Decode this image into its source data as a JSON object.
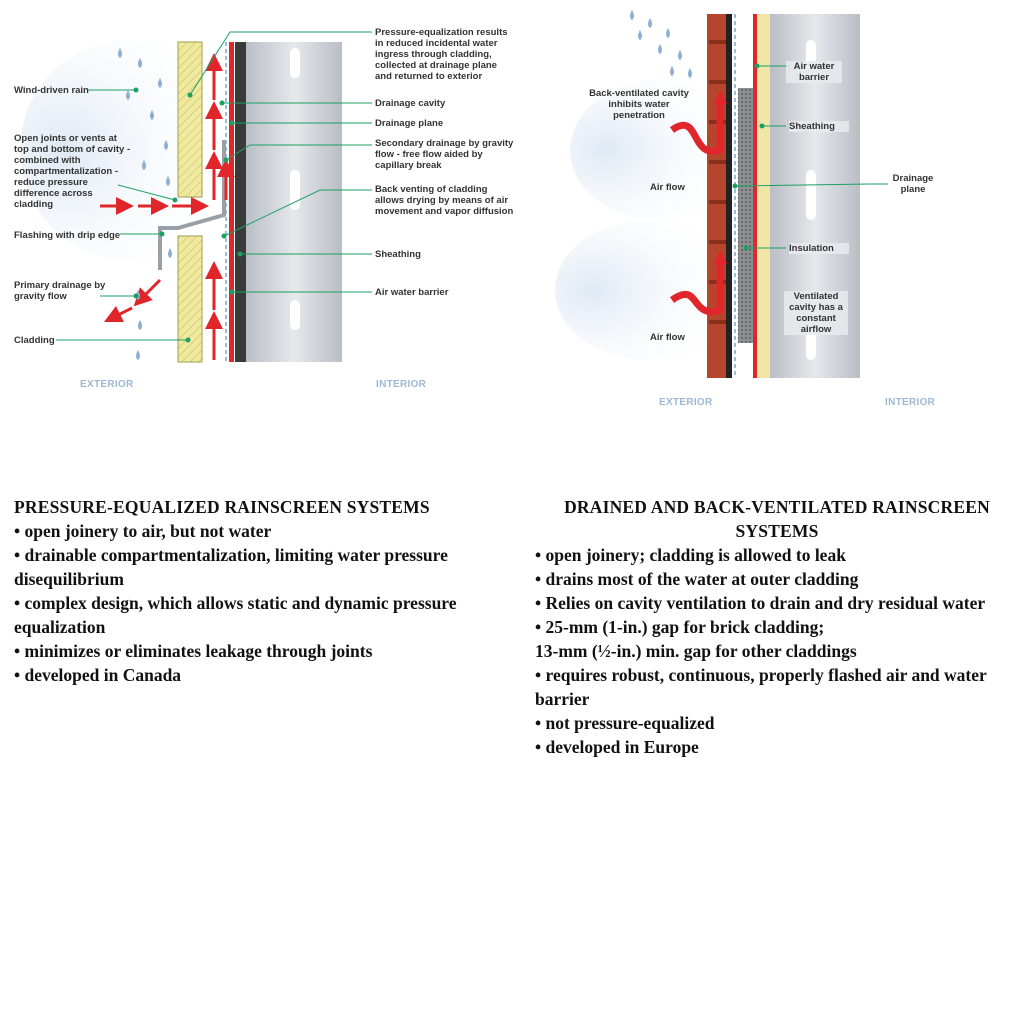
{
  "left_diagram": {
    "labels": {
      "wind_driven_rain": "Wind-driven rain",
      "open_joints": "Open joints or vents at top and bottom of cavity - combined with compartmentalization - reduce pressure difference across cladding",
      "flashing": "Flashing with drip edge",
      "primary_drainage": "Primary drainage by gravity flow",
      "cladding": "Cladding",
      "pressure_equalization": "Pressure-equalization results in reduced incidental water ingress through cladding, collected at drainage plane and returned to exterior",
      "drainage_cavity": "Drainage cavity",
      "drainage_plane": "Drainage plane",
      "secondary_drainage": "Secondary drainage by gravity flow - free flow aided by capillary break",
      "back_venting": "Back venting of cladding allows drying by means of air movement and vapor diffusion",
      "sheathing": "Sheathing",
      "air_water_barrier": "Air water barrier",
      "exterior": "EXTERIOR",
      "interior": "INTERIOR"
    }
  },
  "right_diagram": {
    "labels": {
      "back_ventilated": "Back-ventilated cavity inhibits water penetration",
      "air_flow_top": "Air flow",
      "air_flow_bottom": "Air flow",
      "air_water_barrier": "Air water barrier",
      "sheathing": "Sheathing",
      "drainage_plane": "Drainage plane",
      "insulation": "Insulation",
      "ventilated_cavity": "Ventilated cavity has a constant airflow",
      "exterior": "EXTERIOR",
      "interior": "INTERIOR"
    }
  },
  "colors": {
    "leader_green": "#1aa063",
    "arrow_red": "#e0262b",
    "cladding_yellow": "#f0eaa0",
    "stud_gray": "#c9cdd3",
    "brick_red": "#b5452c",
    "water_blue": "#8eaed3"
  },
  "left_text": {
    "title": "PRESSURE-EQUALIZED RAINSCREEN SYSTEMS",
    "items": [
      "• open joinery to air, but not water",
      "• drainable compartmentalization, limiting water pressure disequilibrium",
      "• complex design, which allows static and dynamic pressure equalization",
      "• minimizes or eliminates leakage through joints",
      "• developed in Canada"
    ]
  },
  "right_text": {
    "title": "DRAINED AND BACK-VENTILATED RAINSCREEN SYSTEMS",
    "items": [
      "• open joinery; cladding is allowed to leak",
      "• drains most of the water at outer cladding",
      "• Relies on cavity ventilation to drain and dry residual water",
      "• 25-mm (1-in.) gap for brick cladding;",
      "13-mm (½-in.) min. gap for other claddings",
      "• requires robust, continuous, properly flashed air and water barrier",
      "• not pressure-equalized",
      "• developed in Europe"
    ]
  }
}
